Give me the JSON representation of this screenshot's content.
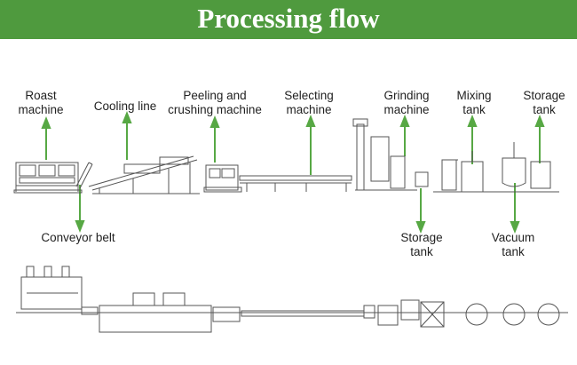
{
  "title": "Processing flow",
  "colors": {
    "banner": "#4f9a3e",
    "arrow": "#57a844",
    "line_art": "#555555"
  },
  "labels": {
    "roast": [
      "Roast",
      "machine"
    ],
    "cooling": [
      "Cooling line"
    ],
    "peeling": [
      "Peeling and",
      "crushing machine"
    ],
    "selecting": [
      "Selecting",
      "machine"
    ],
    "grinding": [
      "Grinding",
      "machine"
    ],
    "mixing": [
      "Mixing",
      "tank"
    ],
    "storage_top": [
      "Storage",
      "tank"
    ],
    "conveyor": [
      "Conveyor belt"
    ],
    "storage_bottom": [
      "Storage",
      "tank"
    ],
    "vacuum": [
      "Vacuum",
      "tank"
    ]
  }
}
